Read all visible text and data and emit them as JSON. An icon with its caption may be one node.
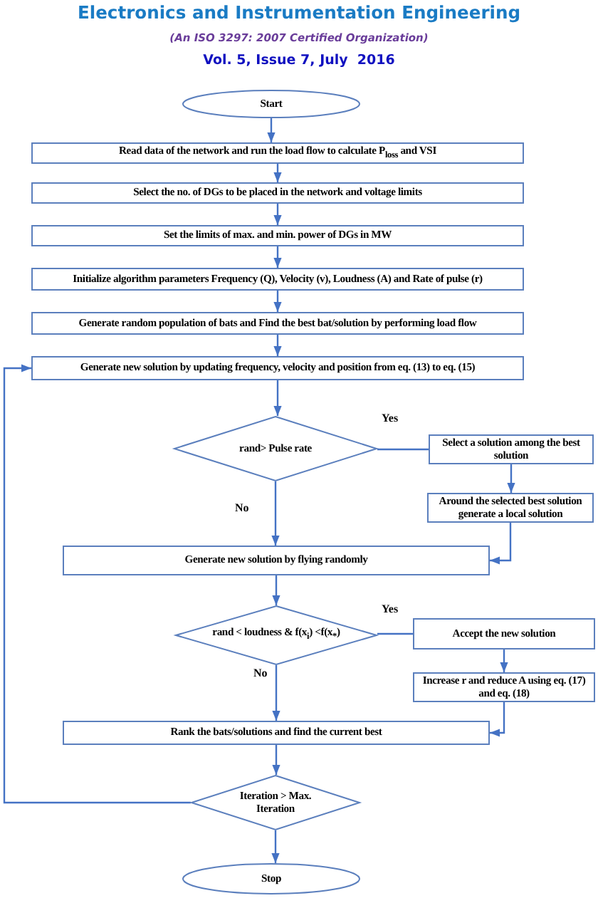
{
  "diagram": {
    "title": "Electronics and Instrumentation Engineering",
    "nodes": [
      {
        "text": [
          "Start"
        ]
      },
      {
        "text": [
          "Read data of the network and run the load flow to calculate P$_{loss}$ and VSI"
        ]
      },
      {
        "text": [
          "Select the no. of DGs to be placed in the network and voltage limits"
        ]
      },
      {
        "text": [
          "Set the limits of max. and min. power of DGs in MW"
        ]
      },
      {
        "text": [
          "Initialize algorithm parameters Frequency (Q), Velocity (v), Loudness (A) and Rate of pulse (r)"
        ]
      },
      {
        "text": [
          "Generate random population of bats and Find the best bat/solution by performing load flow"
        ]
      },
      {
        "text": [
          "Generate new solution by updating frequency, velocity and position from eq. (13) to eq. (15)"
        ]
      },
      {
        "text": [
          "rand> Pulse rate"
        ]
      },
      {
        "text": [
          "Select a solution among the best solution"
        ]
      },
      {
        "text": [
          "Around the selected best solution generate a local solution"
        ]
      },
      {
        "text": [
          "Generate new solution by flying randomly"
        ]
      },
      {
        "text": [
          "rand < loudness & f(x$_{i}$) <f(x$_{*}$)"
        ]
      },
      {
        "text": [
          "Accept the new solution"
        ]
      },
      {
        "text": [
          "Increase r and reduce A using eq. (17) and eq. (18)"
        ]
      },
      {
        "text": [
          "Rank the bats/solutions and find the current best"
        ]
      },
      {
        "text": [
          "Iteration > Max. Iteration"
        ]
      },
      {
        "text": [
          "Stop"
        ]
      }
    ],
    "edges": [
      {
        "from": 0,
        "to": 1,
        "arrow": "to"
      },
      {
        "from": 1,
        "to": 2,
        "arrow": "to"
      },
      {
        "from": 2,
        "to": 3,
        "arrow": "to"
      },
      {
        "from": 3,
        "to": 4,
        "arrow": "to"
      },
      {
        "from": 4,
        "to": 5,
        "arrow": "to"
      },
      {
        "from": 5,
        "to": 6,
        "arrow": "to"
      },
      {
        "from": 6,
        "to": 7,
        "arrow": "to"
      },
      {
        "from": 7,
        "to": 8,
        "arrow": "none",
        "label": "Yes"
      },
      {
        "from": 8,
        "to": 9,
        "arrow": "to"
      },
      {
        "from": 7,
        "to": 10,
        "arrow": "to",
        "label": "No"
      },
      {
        "from": 9,
        "to": 10,
        "arrow": "to"
      },
      {
        "from": 10,
        "to": 11,
        "arrow": "to"
      },
      {
        "from": 11,
        "to": 12,
        "arrow": "none",
        "label": "Yes"
      },
      {
        "from": 12,
        "to": 13,
        "arrow": "to"
      },
      {
        "from": 11,
        "to": 14,
        "arrow": "to",
        "label": "No"
      },
      {
        "from": 13,
        "to": 14,
        "arrow": "to"
      },
      {
        "from": 14,
        "to": 15,
        "arrow": "to"
      },
      {
        "from": 15,
        "to": 6,
        "arrow": "to"
      },
      {
        "from": 15,
        "to": 16,
        "arrow": "to"
      }
    ],
    "labels": [
      "(An ISO 3297: 2007 Certified Organization)",
      "Vol. 5, Issue 7, July  2016"
    ]
  }
}
